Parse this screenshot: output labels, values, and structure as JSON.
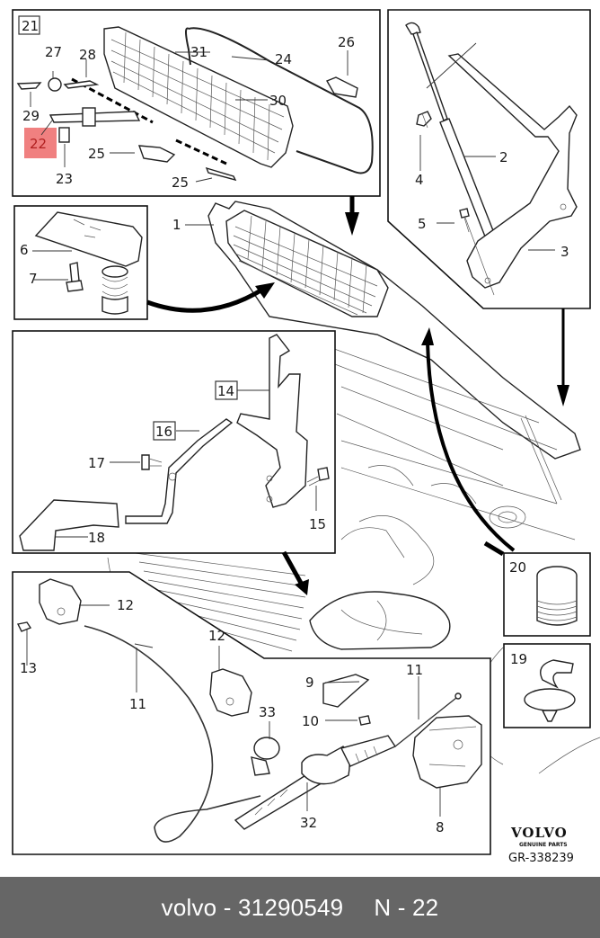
{
  "diagram": {
    "title": "Hood lock and grille assembly",
    "highlight_color": "#f08080",
    "highlighted_callout": "22",
    "callouts": {
      "c21": "21",
      "c27": "27",
      "c28": "28",
      "c31": "31",
      "c24": "24",
      "c26": "26",
      "c29": "29",
      "c30": "30",
      "c22": "22",
      "c23": "23",
      "c25a": "25",
      "c25b": "25",
      "c2": "2",
      "c3": "3",
      "c4": "4",
      "c5": "5",
      "c1": "1",
      "c6": "6",
      "c7": "7",
      "c14": "14",
      "c16": "16",
      "c17": "17",
      "c15": "15",
      "c18": "18",
      "c20": "20",
      "c19": "19",
      "c12a": "12",
      "c12b": "12",
      "c13": "13",
      "c11a": "11",
      "c11b": "11",
      "c9": "9",
      "c10": "10",
      "c33": "33",
      "c32": "32",
      "c8": "8"
    },
    "brand": {
      "name": "VOLVO",
      "tagline": "GENUINE PARTS",
      "reference": "GR-338239"
    }
  },
  "footer": {
    "part_label": "volvo - 31290549",
    "position_label": "N - 22"
  }
}
